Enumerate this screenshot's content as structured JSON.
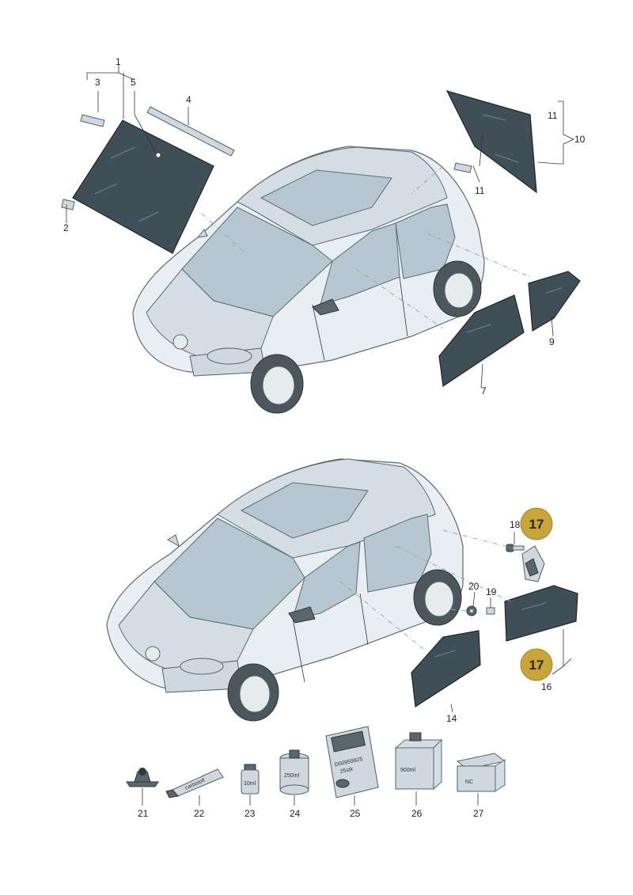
{
  "callouts": {
    "c1": "1",
    "c2": "2",
    "c3": "3",
    "c4": "4",
    "c5": "5",
    "c7": "7",
    "c9": "9",
    "c10": "10",
    "c11a": "11",
    "c11b": "11",
    "c14": "14",
    "c16": "16",
    "c18": "18",
    "c19": "19",
    "c20": "20",
    "c21": "21",
    "c22": "22",
    "c23": "23",
    "c24": "24",
    "c25": "25",
    "c26": "26",
    "c27": "27"
  },
  "badges": {
    "b17a": "17",
    "b17b": "17"
  },
  "product_labels": {
    "tube_22": "carbotoll",
    "bottle_23": "10ml",
    "can_24": "250ml",
    "bag_25_code": "D00959925",
    "bag_25_qty": "25stk",
    "jug_26": "900ml",
    "box_27": "NC"
  },
  "colors": {
    "badge_fill": "#c9a43a",
    "glass": "#3f4e57",
    "car_body": "#e8eef2"
  }
}
